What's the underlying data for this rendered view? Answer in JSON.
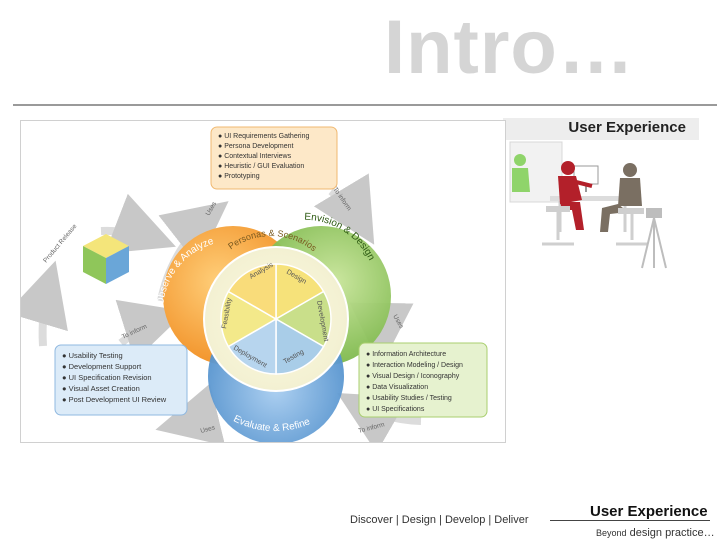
{
  "slide": {
    "title": "Intro…",
    "section_heading": "User Experience",
    "footer_left": "Discover | Design | Develop | Deliver",
    "footer_title": "User Experience",
    "footer_tag_small": "Beyond",
    "footer_tag_rest": "design practice…"
  },
  "diagram": {
    "center_label": "Personas & Scenarios",
    "phases": [
      {
        "label": "Observe & Analyze",
        "color": "#f59a2a"
      },
      {
        "label": "Envision & Design",
        "color": "#7dbb46"
      },
      {
        "label": "Evaluate & Refine",
        "color": "#4a8fcc"
      }
    ],
    "wheel_segments": [
      "Analysis",
      "Design",
      "Development",
      "Testing",
      "Deployment",
      "Feasibility"
    ],
    "boxes": {
      "top": [
        "UI Requirements Gathering",
        "Persona Development",
        "Contextual Interviews",
        "Heuristic / GUI Evaluation",
        "Prototyping"
      ],
      "right": [
        "Information Architecture",
        "Interaction Modeling / Design",
        "Visual Design / Iconography",
        "Data Visualization",
        "Usability Studies / Testing",
        "UI Specifications"
      ],
      "left": [
        "Usability Testing",
        "Development Support",
        "UI Specification Revision",
        "Visual Asset Creation",
        "Post Development UI Review"
      ]
    },
    "arrow_labels": {
      "uses_top": "Uses",
      "to_inform_top": "To inform",
      "uses_right": "Uses",
      "to_inform_bottom": "To inform",
      "uses_bottom": "Uses",
      "to_inform_left": "To inform",
      "product_release": "Product Release"
    }
  }
}
